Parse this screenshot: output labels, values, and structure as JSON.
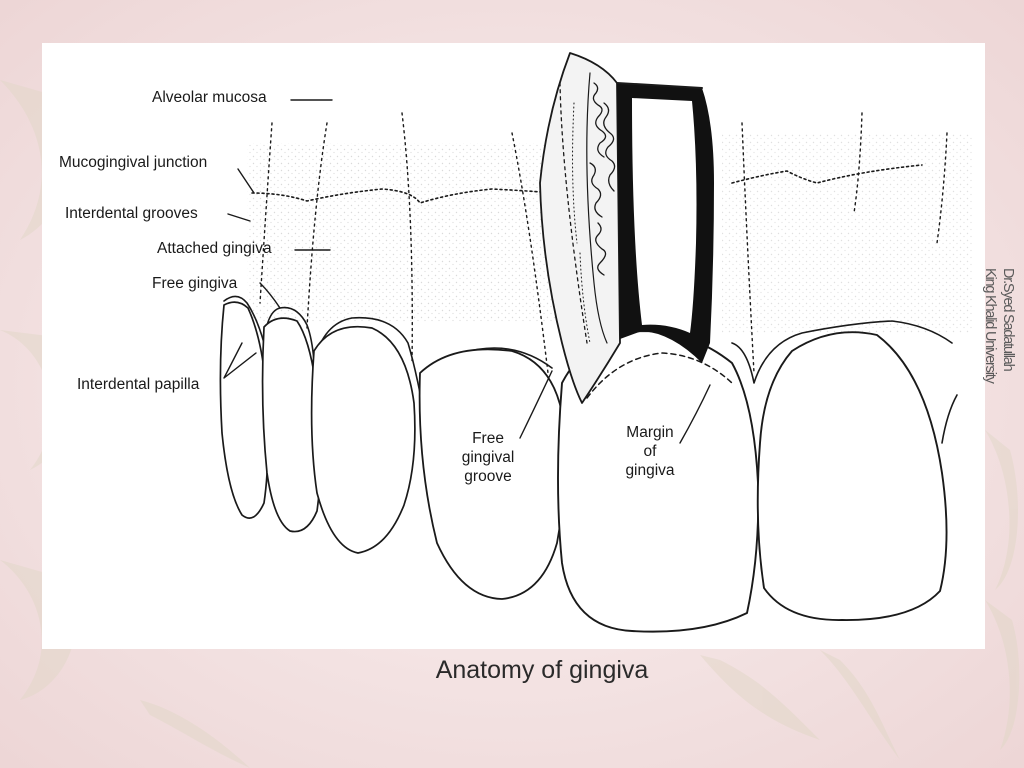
{
  "diagram": {
    "labels": {
      "alveolar_mucosa": "Alveolar mucosa",
      "mucogingival_junction": "Mucogingival junction",
      "interdental_grooves": "Interdental grooves",
      "attached_gingiva": "Attached gingiva",
      "free_gingiva": "Free gingiva",
      "interdental_papilla": "Interdental papilla",
      "free_gingival_groove": [
        "Free",
        "gingival",
        "groove"
      ],
      "margin_of_gingiva": [
        "Margin",
        "of",
        "gingiva"
      ]
    }
  },
  "caption": "Anatomy of gingiva",
  "credit": {
    "line1": "Dr.Syed Sadatullah",
    "line2": "King Khalid University"
  },
  "colors": {
    "slide_background": "#f4e4e4",
    "panel_background": "#ffffff",
    "ink": "#1a1a1a"
  }
}
